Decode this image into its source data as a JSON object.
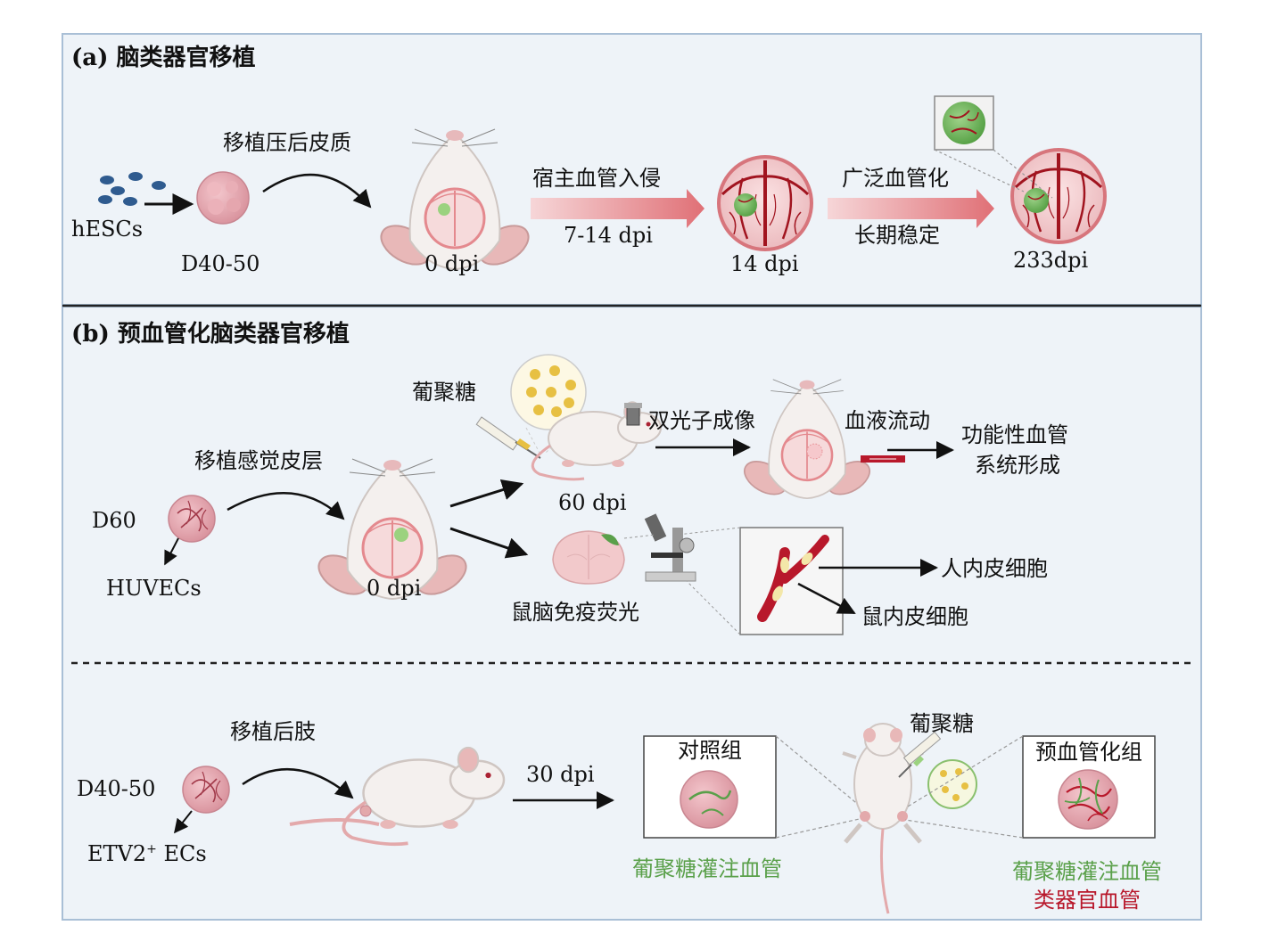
{
  "panel_a": {
    "title": "(a) 脑类器官移植",
    "cells_label": "hESCs",
    "stage_label": "D40-50",
    "step1_label": "移植压后皮质",
    "t0_label": "0 dpi",
    "arrow1_top": "宿主血管入侵",
    "arrow1_bottom": "7-14 dpi",
    "t1_label": "14 dpi",
    "arrow2_top": "广泛血管化",
    "arrow2_bottom": "长期稳定",
    "t2_label": "233dpi"
  },
  "panel_b": {
    "title": "(b) 预血管化脑类器官移植",
    "stage_label": "D60",
    "cells_label": "HUVECs",
    "step1_label": "移植感觉皮层",
    "t0_label": "0 dpi",
    "dextran_label": "葡聚糖",
    "t1_label": "60 dpi",
    "imaging_label": "双光子成像",
    "flow_label": "血液流动",
    "result_line1": "功能性血管",
    "result_line2": "系统形成",
    "if_label": "鼠脑免疫荧光",
    "human_ec_label": "人内皮细胞",
    "mouse_ec_label": "鼠内皮细胞"
  },
  "panel_c": {
    "step_label": "移植后肢",
    "stage_label": "D40-50",
    "cells_label": "ETV2",
    "cells_sup": "+",
    "cells_suffix": " ECs",
    "time_label": "30 dpi",
    "control_label": "对照组",
    "control_caption": "葡聚糖灌注血管",
    "dextran_label": "葡聚糖",
    "prevasc_label": "预血管化组",
    "prevasc_caption1": "葡聚糖灌注血管",
    "prevasc_caption2": "类器官血管"
  },
  "colors": {
    "panel_bg": "#eef3f8",
    "panel_border": "#a9bfd6",
    "organoid": "#e0a4ad",
    "vessel_red": "#b8182b",
    "dextran_green": "#5aa04a",
    "arrow_pink": "#e07b80"
  }
}
